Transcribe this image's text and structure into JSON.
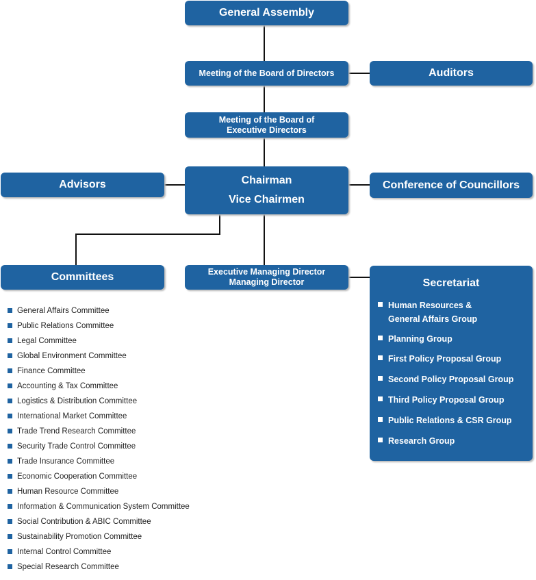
{
  "colors": {
    "box": "#1f63a1",
    "line": "#111111",
    "text": "#222222"
  },
  "boxes": {
    "general_assembly": "General Assembly",
    "board_of_directors": "Meeting of the Board of Directors",
    "auditors": "Auditors",
    "executive_board": [
      "Meeting of the Board of",
      "Executive Directors"
    ],
    "advisors": "Advisors",
    "chairman": [
      "Chairman",
      "Vice Chairmen"
    ],
    "conference": "Conference of Councillors",
    "committees": "Committees",
    "executive_md": [
      "Executive Managing Director",
      "Managing Director"
    ]
  },
  "secretariat": {
    "title": "Secretariat",
    "groups": [
      [
        "Human Resources &",
        "General Affairs Group"
      ],
      [
        "Planning Group"
      ],
      [
        "First Policy Proposal Group"
      ],
      [
        "Second Policy Proposal Group"
      ],
      [
        "Third Policy Proposal Group"
      ],
      [
        "Public Relations & CSR Group"
      ],
      [
        "Research Group"
      ]
    ]
  },
  "committee_items": [
    "General Affairs Committee",
    "Public Relations Committee",
    "Legal Committee",
    "Global Environment Committee",
    "Finance Committee",
    "Accounting & Tax Committee",
    "Logistics & Distribution Committee",
    "International Market Committee",
    "Trade Trend Research Committee",
    "Security Trade Control Committee",
    "Trade Insurance Committee",
    "Economic Cooperation Committee",
    "Human Resource Committee",
    "Information & Communication System Committee",
    "Social Contribution & ABIC Committee",
    "Sustainability Promotion Committee",
    "Internal Control Committee",
    "Special Research Committee"
  ]
}
